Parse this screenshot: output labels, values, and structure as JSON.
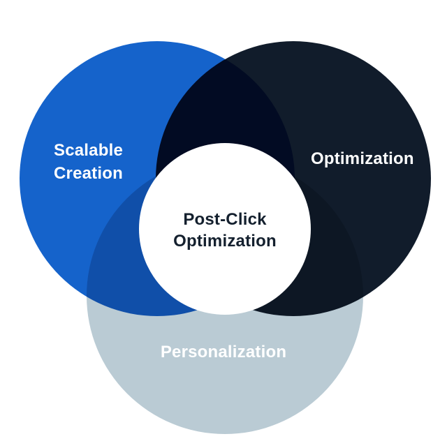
{
  "diagram": {
    "type": "venn",
    "background": "#FFFFFF",
    "sets": [
      {
        "id": "scalable-creation",
        "label": "Scalable\nCreation",
        "color": "#1563CB",
        "label_color": "#FFFFFF"
      },
      {
        "id": "optimization",
        "label": "Optimization",
        "color": "#111C2B",
        "label_color": "#FFFFFF"
      },
      {
        "id": "personalization",
        "label": "Personalization",
        "color": "#BACBD4",
        "label_color": "#FFFFFF"
      }
    ],
    "overlap_colors": {
      "scalable_x_optimization": "#040C1E",
      "scalable_x_personalization": "#1150B0",
      "optimization_x_personalization": "#0D1725"
    },
    "center": {
      "id": "post-click-optimization",
      "label": "Post-Click\nOptimization",
      "fill": "#FFFFFF",
      "label_color": "#14202E"
    }
  }
}
